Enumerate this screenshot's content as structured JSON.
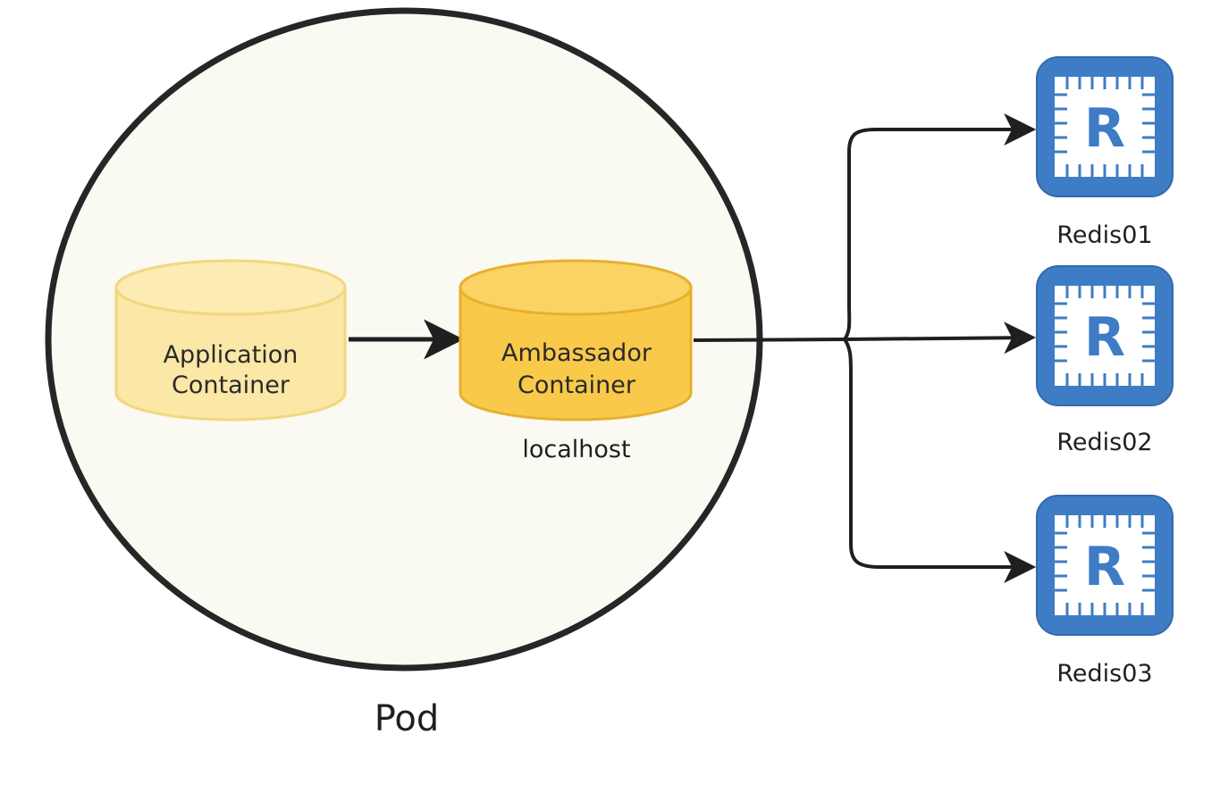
{
  "pod": {
    "label": "Pod"
  },
  "containers": [
    {
      "id": "application",
      "line1": "Application",
      "line2": "Container",
      "sublabel": ""
    },
    {
      "id": "ambassador",
      "line1": "Ambassador",
      "line2": "Container",
      "sublabel": "localhost"
    }
  ],
  "redis": [
    {
      "letter": "R",
      "label": "Redis01"
    },
    {
      "letter": "R",
      "label": "Redis02"
    },
    {
      "letter": "R",
      "label": "Redis03"
    }
  ],
  "colors": {
    "pod_fill": "#faf9f2",
    "pod_stroke": "#262626",
    "app_fill": "#fbe7a6",
    "app_stroke": "#f1d77e",
    "ambassador_fill": "#f9c94a",
    "ambassador_stroke": "#e7b02f",
    "chip_blue": "#3f7cc6",
    "arrow": "#1f1f1f"
  }
}
